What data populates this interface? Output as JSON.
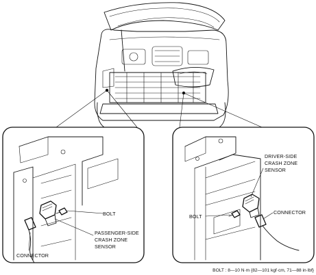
{
  "labels": {
    "left_bolt": "BOLT",
    "passenger_sensor": [
      "PASSENGER-SIDE",
      "CRASH ZONE",
      "SENSOR"
    ],
    "left_connector": "CONNECTOR",
    "driver_sensor": [
      "DRIVER-SIDE",
      "CRASH ZONE",
      "SENSOR"
    ],
    "right_bolt": "BOLT",
    "right_connector": "CONNECTOR"
  },
  "torque_spec": "BOLT : 8—10 N·m {82—101 kgf·cm, 71—88 in·lbf}"
}
